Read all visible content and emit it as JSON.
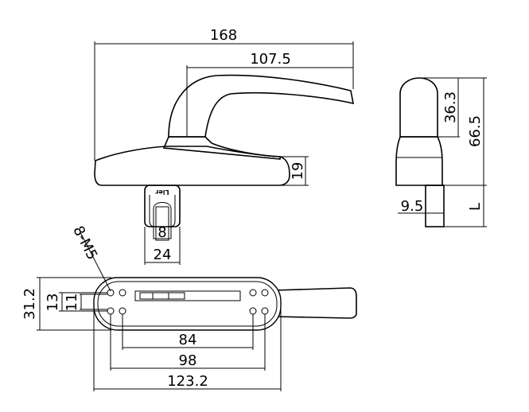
{
  "dimensions": {
    "total_length": "168",
    "lever_length": "107.5",
    "base_height": "19",
    "spindle_size": "8",
    "spindle_housing_width": "24",
    "lever_height": "36.3",
    "total_height": "66.5",
    "spindle_offset": "9.5",
    "spindle_length": "L",
    "screw_spec": "8-M5",
    "plate_width": "31.2",
    "inner_spacing_a": "13",
    "inner_spacing_b": "11",
    "hole_spacing_inner": "84",
    "hole_spacing_outer": "98",
    "plate_length": "123.2"
  },
  "brand_mark": "Lier",
  "colors": {
    "line": "#000000",
    "background": "#ffffff"
  }
}
